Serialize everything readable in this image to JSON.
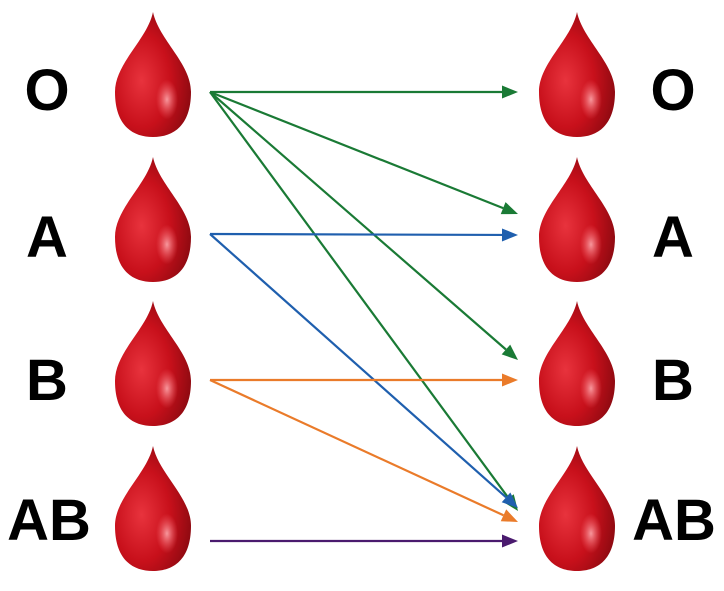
{
  "donors": [
    {
      "id": "O",
      "label": "O"
    },
    {
      "id": "A",
      "label": "A"
    },
    {
      "id": "B",
      "label": "B"
    },
    {
      "id": "AB",
      "label": "AB"
    }
  ],
  "recipients": [
    {
      "id": "O",
      "label": "O"
    },
    {
      "id": "A",
      "label": "A"
    },
    {
      "id": "B",
      "label": "B"
    },
    {
      "id": "AB",
      "label": "AB"
    }
  ],
  "compatibility": [
    {
      "from": "O",
      "to": "O",
      "color": "#1a7a35"
    },
    {
      "from": "O",
      "to": "A",
      "color": "#1a7a35"
    },
    {
      "from": "O",
      "to": "B",
      "color": "#1a7a35"
    },
    {
      "from": "O",
      "to": "AB",
      "color": "#1a7a35"
    },
    {
      "from": "A",
      "to": "A",
      "color": "#1f5fae"
    },
    {
      "from": "A",
      "to": "AB",
      "color": "#1f5fae"
    },
    {
      "from": "B",
      "to": "B",
      "color": "#ea7b2a"
    },
    {
      "from": "B",
      "to": "AB",
      "color": "#ea7b2a"
    },
    {
      "from": "AB",
      "to": "AB",
      "color": "#4a1a6e"
    }
  ],
  "colors": {
    "drop_main": "#c8101b",
    "drop_dark": "#8a0a10",
    "drop_highlight": "#f06068"
  }
}
